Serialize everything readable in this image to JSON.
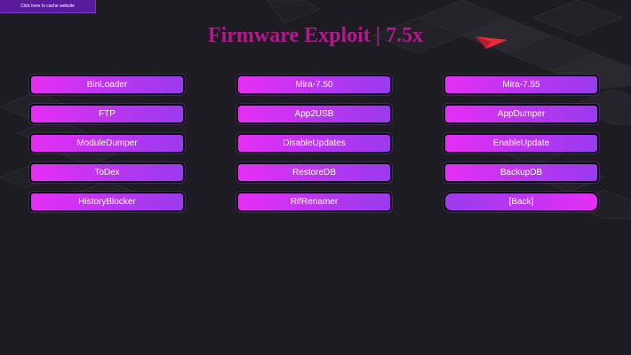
{
  "cache_link": {
    "label": "Click here to cache website"
  },
  "title": "Firmware Exploit | 7.5x",
  "logo": {
    "icon": "red-arrow-logo-icon",
    "color": "#e8293c"
  },
  "colors": {
    "background": "#1d1c22",
    "title": "#b5178e",
    "button_gradient_start": "#e62ef5",
    "button_gradient_end": "#9b3aee",
    "cache_button": "#5b1a9c"
  },
  "menu": {
    "rows": [
      [
        "BinLoader",
        "Mira-7.50",
        "Mira-7.55"
      ],
      [
        "FTP",
        "App2USB",
        "AppDumper"
      ],
      [
        "ModuleDumper",
        "DisableUpdates",
        "EnableUpdate"
      ],
      [
        "ToDex",
        "RestoreDB",
        "BackupDB"
      ],
      [
        "HistoryBlocker",
        "RifRenamer",
        "[Back]"
      ]
    ]
  }
}
